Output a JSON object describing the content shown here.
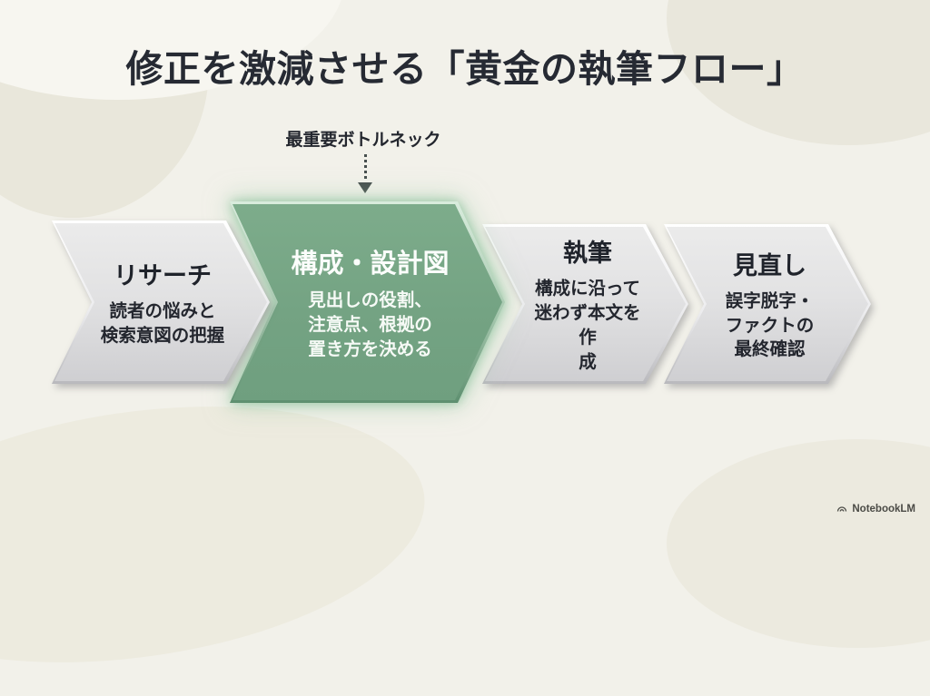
{
  "slide": {
    "title": "修正を激減させる「黄金の執筆フロー」",
    "background_color": "#f2f1ea",
    "title_color": "#262a33"
  },
  "annotation": {
    "label": "最重要ボトルネック",
    "arrow_icon": "dotted-down-arrow",
    "arrow_color": "#474f4e"
  },
  "flow": {
    "type": "chevron-process",
    "highlight_color": "#74a383",
    "step_fill_color": "#dcdcde",
    "steps": [
      {
        "title": "リサーチ",
        "subtitle_lines": [
          "読者の悩みと",
          "検索意図の把握"
        ],
        "highlighted": false
      },
      {
        "title": "構成・設計図",
        "subtitle_lines": [
          "見出しの役割、",
          "注意点、根拠の",
          "置き方を決める"
        ],
        "highlighted": true
      },
      {
        "title": "執筆",
        "subtitle_lines": [
          "構成に沿って",
          "迷わず本文を作",
          "成"
        ],
        "highlighted": false
      },
      {
        "title": "見直し",
        "subtitle_lines": [
          "誤字脱字・",
          "ファクトの",
          "最終確認"
        ],
        "highlighted": false
      }
    ]
  },
  "footer": {
    "brand_label": "NotebookLM"
  }
}
